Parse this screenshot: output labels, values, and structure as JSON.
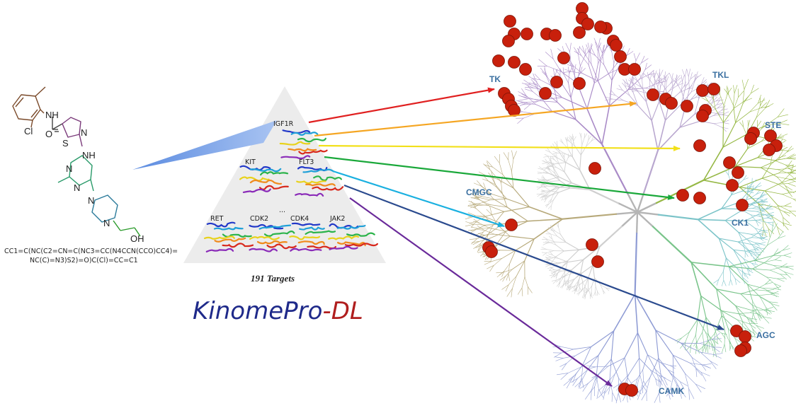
{
  "molecule": {
    "atoms": [
      "NH",
      "Cl",
      "O",
      "S",
      "N",
      "NH",
      "N",
      "N",
      "N",
      "N",
      "OH"
    ],
    "smiles_line1": "CC1=C(NC(C2=CN=C(NC3=CC(N4CCN(CCO)CC4)=",
    "smiles_line2": "NC(C)=N3)S2)=O)C(Cl)=CC=C1"
  },
  "pyramid": {
    "targets": [
      "IGF1R",
      "KIT",
      "FLT3",
      "RET",
      "CDK2",
      "CDK4",
      "JAK2"
    ],
    "ellipsis": "...",
    "count_label": "191  Targets"
  },
  "brand": {
    "part1": "KinomePro",
    "dash": "-",
    "part2": "DL",
    "color1": "#1f2a8a",
    "color2": "#b01e1e"
  },
  "families": [
    "TK",
    "TKL",
    "STE",
    "CMGC",
    "CK1",
    "AGC",
    "CAMK"
  ],
  "colors": {
    "arrows": [
      "#e02020",
      "#f5a623",
      "#f2e01a",
      "#1aa83a",
      "#1ab0e0",
      "#2a4a8e",
      "#6a2a9a"
    ],
    "hit_dot": "#c8200c",
    "cone": "#6f9ae6"
  }
}
